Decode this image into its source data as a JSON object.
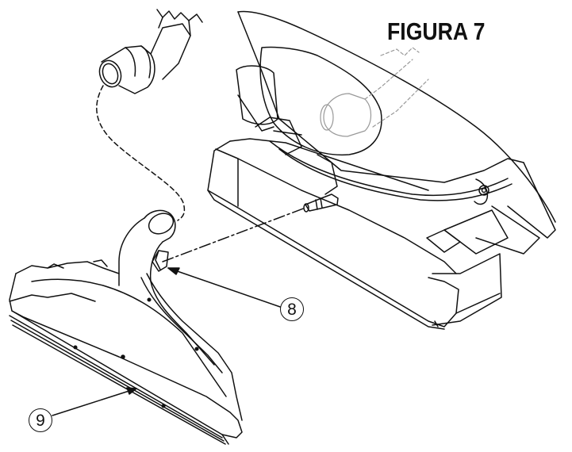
{
  "figure": {
    "title": "FIGURA 7"
  },
  "callouts": [
    {
      "label": "8"
    },
    {
      "label": "9"
    }
  ]
}
